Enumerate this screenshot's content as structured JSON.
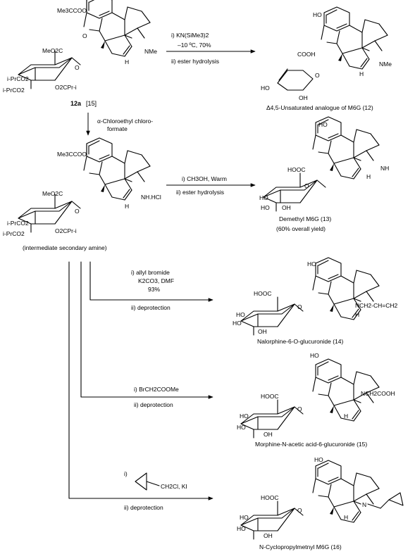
{
  "start": {
    "acyl_label": "Me3CCOO",
    "ester_top": "MeO2C",
    "ester_left1": "i-PrCO2",
    "ester_left2": "i-PrCO2",
    "ester_bottom": "O2CPr-i",
    "nitrogen": "NMe",
    "h": "H",
    "compound": "12a",
    "ref": "[15]"
  },
  "step1": {
    "line1": "i) KN(SiMe3)2",
    "line2": "–10 ºC, 70%",
    "line3": "ii) ester hydrolysis"
  },
  "product12": {
    "oh_top": "HO",
    "cooh": "COOH",
    "ho": "HO",
    "oh": "OH",
    "nitrogen": "NMe",
    "h": "H",
    "caption": "Δ4,5-Unsaturated analogue of M6G (12)"
  },
  "step_down": {
    "line1": "α-Chloroethyl chloro-",
    "line2": "formate"
  },
  "intermediate": {
    "acyl_label": "Me3CCOO",
    "ester_top": "MeO2C",
    "ester_left1": "i-PrCO2",
    "ester_left2": "i-PrCO2",
    "ester_bottom": "O2CPr-i",
    "nitrogen": "NH.HCl",
    "h": "H",
    "caption": "(intermediate secondary amine)"
  },
  "step2": {
    "line1": "i) CH3OH, Warm",
    "line2": "ii) ester hydrolysis"
  },
  "product13": {
    "oh_top": "HO",
    "cooh": "HOOC",
    "nitrogen": "NH",
    "h": "H",
    "caption": "Demethyl M6G (13)",
    "yield": "(60% overall yield)"
  },
  "step3": {
    "line1": "i) allyl bromide",
    "line2": "K2CO3, DMF",
    "line3": "93%",
    "line4": "ii) deprotection"
  },
  "product14": {
    "oh_top": "HO",
    "cooh": "HOOC",
    "nitrogen": "NCH2-CH=CH2",
    "h": "H",
    "caption": "Nalorphine-6-O-glucuronide (14)"
  },
  "step4": {
    "line1": "i) BrCH2COOMe",
    "line2": "ii) deprotection"
  },
  "product15": {
    "oh_top": "HO",
    "cooh": "HOOC",
    "nitrogen": "NCH2COOH",
    "h": "H",
    "caption": "Morphine-N-acetic acid-6-glucuronide (15)"
  },
  "step5": {
    "line1": "i)",
    "reagent": "CH2Cl, KI",
    "line2": "ii) deprotection"
  },
  "product16": {
    "oh_top": "HO",
    "cooh": "HOOC",
    "nitrogen": "N",
    "h": "H",
    "caption": "N-Cyclopropylmetnyl M6G (16)"
  },
  "sugar_labels": {
    "ho": "HO",
    "oh": "OH",
    "o": "O"
  }
}
